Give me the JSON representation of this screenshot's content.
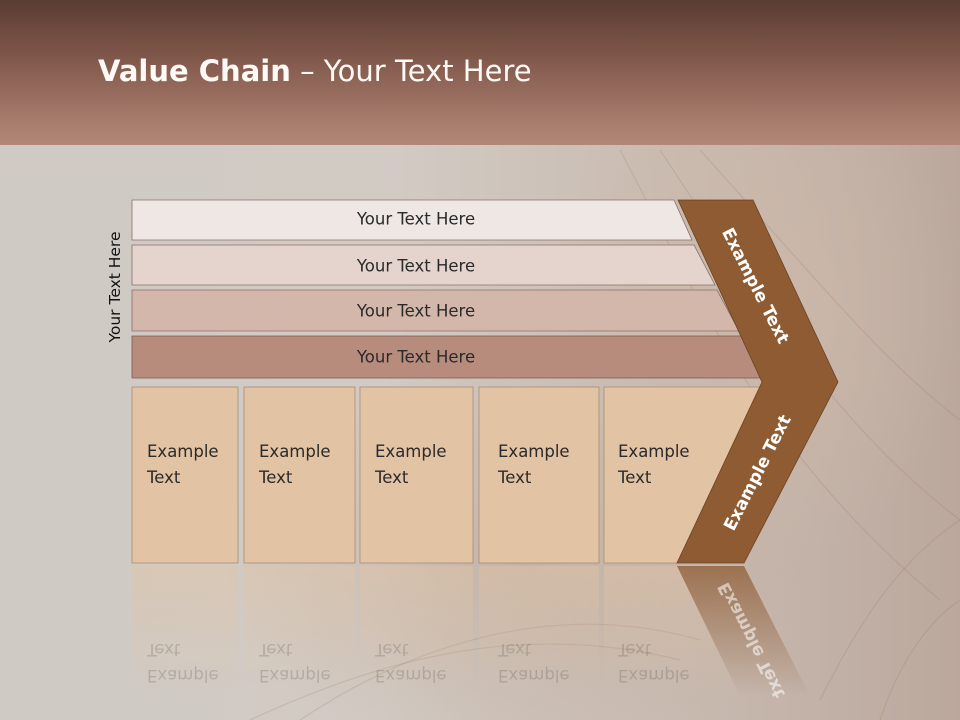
{
  "slide": {
    "title_bold": "Value Chain",
    "title_rest": " – Your Text Here"
  },
  "diagram": {
    "side_label": "Your Text Here",
    "rows": [
      {
        "label": "Your Text Here"
      },
      {
        "label": "Your Text Here"
      },
      {
        "label": "Your Text Here"
      },
      {
        "label": "Your Text Here"
      }
    ],
    "columns": [
      {
        "line1": "Example",
        "line2": "Text"
      },
      {
        "line1": "Example",
        "line2": "Text"
      },
      {
        "line1": "Example",
        "line2": "Text"
      },
      {
        "line1": "Example",
        "line2": "Text"
      },
      {
        "line1": "Example",
        "line2": "Text"
      }
    ],
    "arrow_upper_label": "Example Text",
    "arrow_lower_label": "Example Text"
  },
  "colors": {
    "header": "#7c5447",
    "row1": "#efe7e4",
    "row2": "#e4d4cd",
    "row3": "#d4b7ab",
    "row4": "#b78c7d",
    "column": "#e2c3a4",
    "arrow": "#8e5b33"
  }
}
